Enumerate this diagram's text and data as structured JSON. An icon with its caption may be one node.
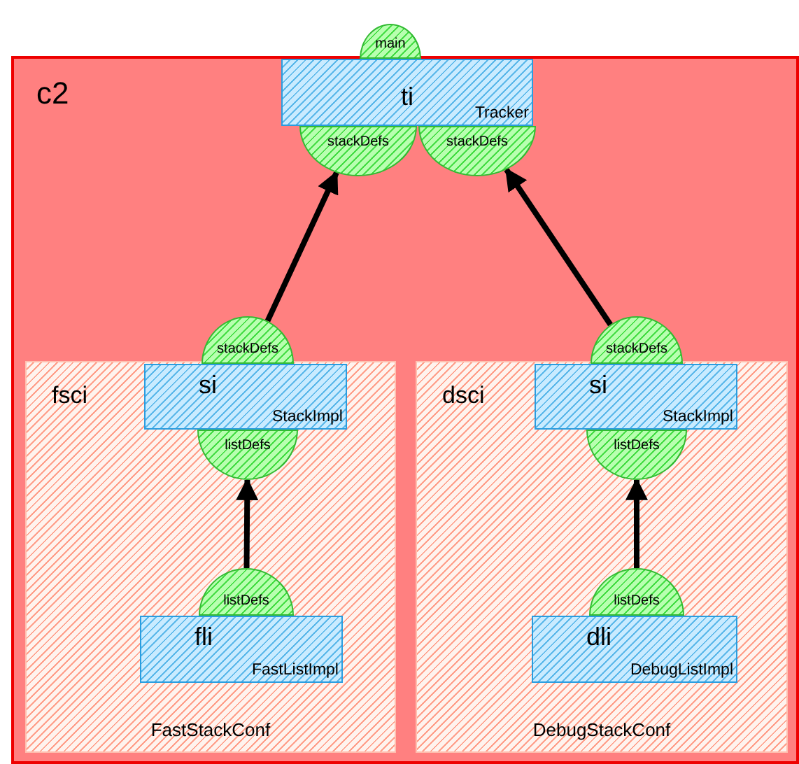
{
  "diagram": {
    "nodes": [
      {
        "text": [
          "c2"
        ]
      },
      {
        "text": [
          "main"
        ]
      },
      {
        "text": [
          "ti",
          "Tracker"
        ],
        "in": 0
      },
      {
        "text": [
          "stackDefs"
        ],
        "in": 0
      },
      {
        "text": [
          "stackDefs"
        ],
        "in": 0
      },
      {
        "text": [
          "fsci",
          "FastStackConf"
        ],
        "in": 0
      },
      {
        "text": [
          "stackDefs"
        ],
        "in": 0
      },
      {
        "text": [
          "si",
          "StackImpl"
        ],
        "in": 5
      },
      {
        "text": [
          "listDefs"
        ],
        "in": 5
      },
      {
        "text": [
          "listDefs"
        ],
        "in": 5
      },
      {
        "text": [
          "fli",
          "FastListImpl"
        ],
        "in": 5
      },
      {
        "text": [
          "dsci",
          "DebugStackConf"
        ],
        "in": 0
      },
      {
        "text": [
          "stackDefs"
        ],
        "in": 0
      },
      {
        "text": [
          "si",
          "StackImpl"
        ],
        "in": 11
      },
      {
        "text": [
          "listDefs"
        ],
        "in": 11
      },
      {
        "text": [
          "listDefs"
        ],
        "in": 11
      },
      {
        "text": [
          "dli",
          "DebugListImpl"
        ],
        "in": 11
      }
    ],
    "edges": [
      {
        "from": 6,
        "to": 3,
        "arrow": "to"
      },
      {
        "from": 9,
        "to": 8,
        "arrow": "to"
      },
      {
        "from": 12,
        "to": 4,
        "arrow": "to"
      },
      {
        "from": 15,
        "to": 14,
        "arrow": "to"
      }
    ]
  }
}
